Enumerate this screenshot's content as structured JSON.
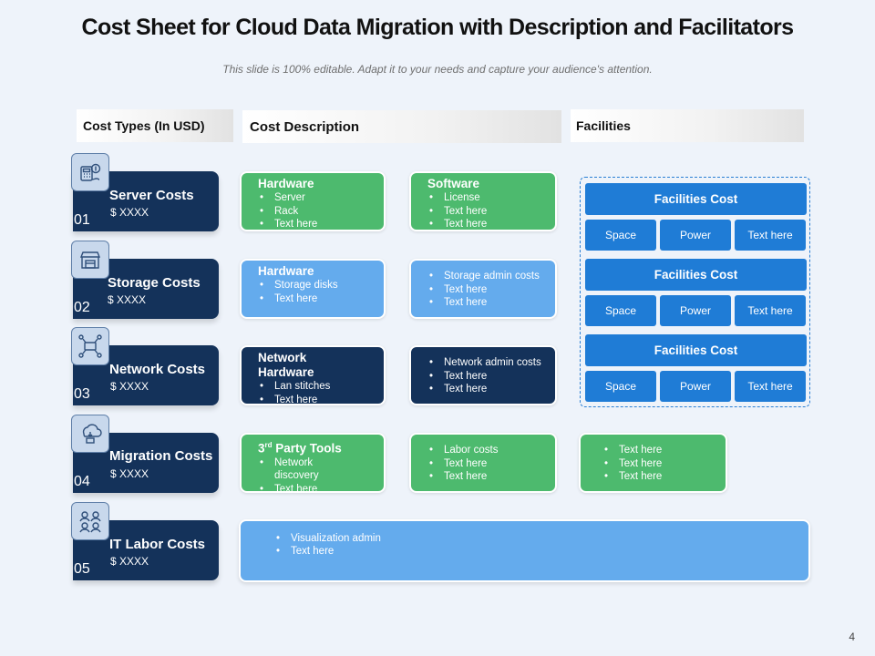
{
  "title": "Cost Sheet for Cloud Data Migration with Description and Facilitators",
  "subtitle": "This slide is 100% editable. Adapt it to your needs and capture your audience's attention.",
  "columns": {
    "cost_types": "Cost Types (In USD)",
    "cost_description": "Cost Description",
    "facilities": "Facilities"
  },
  "cost_types": [
    {
      "name": "Server Costs",
      "amount": "$ XXXX",
      "number": "01",
      "icon": "calculator-coin-icon"
    },
    {
      "name": "Storage Costs",
      "amount": "$ XXXX",
      "number": "02",
      "icon": "storage-store-icon"
    },
    {
      "name": "Network Costs",
      "amount": "$ XXXX",
      "number": "03",
      "icon": "network-icon"
    },
    {
      "name": "Migration Costs",
      "amount": "$ XXXX",
      "number": "04",
      "icon": "cloud-migration-icon"
    },
    {
      "name": "IT Labor Costs",
      "amount": "$ XXXX",
      "number": "05",
      "icon": "labor-people-icon"
    }
  ],
  "descriptions": {
    "server_hw": {
      "title": "Hardware",
      "items": [
        "Server",
        "Rack",
        "Text here"
      ]
    },
    "server_sw": {
      "title": "Software",
      "items": [
        "License",
        "Text here",
        "Text here"
      ]
    },
    "storage_hw": {
      "title": "Hardware",
      "items": [
        "Storage disks",
        "Text here"
      ]
    },
    "storage_admin": {
      "items": [
        "Storage admin costs",
        "Text here",
        "Text here"
      ]
    },
    "network_hw": {
      "title": "Network Hardware",
      "items": [
        "Lan stitches",
        "Text here"
      ]
    },
    "network_admin": {
      "items": [
        "Network admin costs",
        "Text here",
        "Text here"
      ]
    },
    "migration_tools": {
      "title_prefix": "3",
      "title_sup": "rd",
      "title_suffix": " Party Tools",
      "items": [
        "Network discovery",
        "Text here"
      ]
    },
    "migration_labor": {
      "items": [
        "Labor costs",
        "Text here",
        "Text here"
      ]
    },
    "migration_fac": {
      "items": [
        "Text here",
        "Text here",
        "Text here"
      ]
    },
    "labor": {
      "items": [
        "Visualization admin",
        "Text here"
      ]
    }
  },
  "facilities": [
    {
      "head": "Facilities Cost",
      "cells": [
        "Space",
        "Power",
        "Text here"
      ]
    },
    {
      "head": "Facilities Cost",
      "cells": [
        "Space",
        "Power",
        "Text here"
      ]
    },
    {
      "head": "Facilities Cost",
      "cells": [
        "Space",
        "Power",
        "Text here"
      ]
    }
  ],
  "page_number": "4",
  "colors": {
    "navy": "#14325a",
    "green": "#4dba6e",
    "light_blue": "#64abed",
    "facility_blue": "#1f7cd6"
  }
}
